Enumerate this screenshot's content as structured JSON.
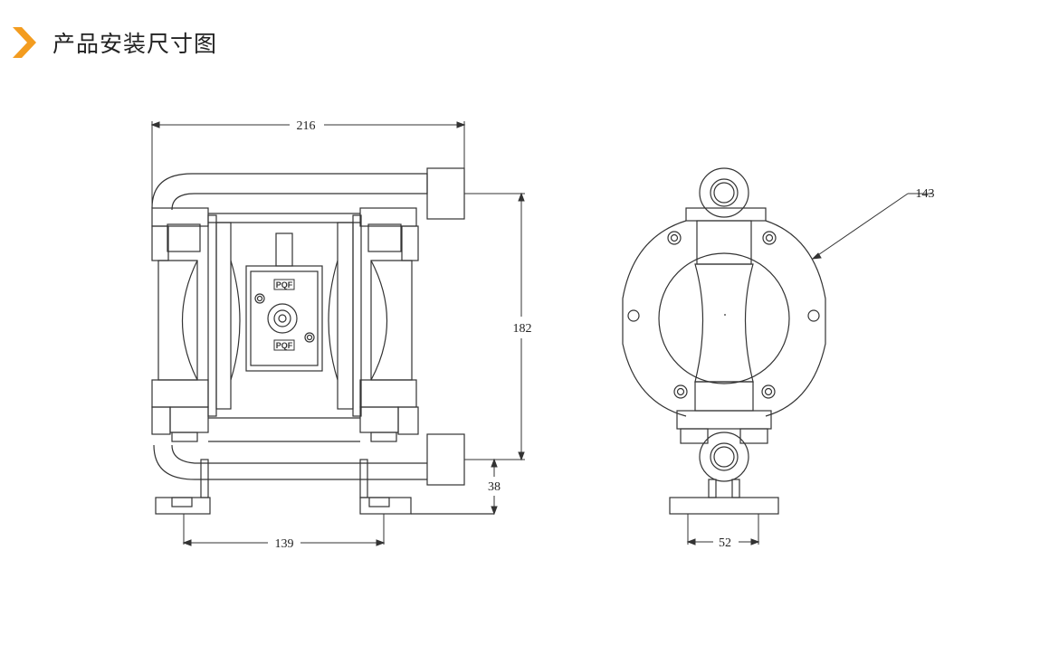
{
  "header": {
    "title": "产品安装尺寸图",
    "accent_color": "#f39c1f",
    "icon": "chevron-right-icon"
  },
  "labels": {
    "pump_brand_top": "PQF",
    "pump_brand_bottom": "PQF"
  },
  "dimensions": {
    "width": "216",
    "height": "182",
    "outlet_height": "38",
    "base_span": "139",
    "side_base_width": "52",
    "flange_callout": "143"
  }
}
